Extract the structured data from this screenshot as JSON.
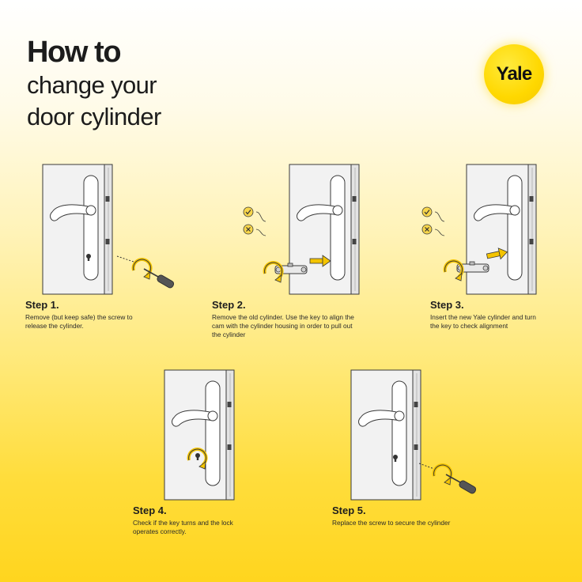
{
  "header": {
    "title_bold": "How to",
    "title_line2": "change your",
    "title_line3": "door cylinder"
  },
  "brand": {
    "logo_text": "Yale",
    "color": "#ffd800"
  },
  "steps": [
    {
      "title": "Step 1.",
      "line1": "Remove (but keep safe) the screw to",
      "line2": "release the cylinder.",
      "line3": ""
    },
    {
      "title": "Step 2.",
      "line1": "Remove the old cylinder. Use the key to align the",
      "line2": "cam with the cylinder housing in order to pull out",
      "line3": "the cylinder"
    },
    {
      "title": "Step 3.",
      "line1": "Insert the new Yale cylinder and turn",
      "line2": "the key to check alignment",
      "line3": ""
    },
    {
      "title": "Step 4.",
      "line1": "Check if the key turns and the lock",
      "line2": "operates correctly.",
      "line3": ""
    },
    {
      "title": "Step 5.",
      "line1": "Replace the screw to secure the cylinder",
      "line2": "",
      "line3": ""
    }
  ],
  "icons": {
    "check": "check-icon",
    "cross": "cross-icon",
    "arrow": "arrow-icon",
    "rotate": "rotate-icon"
  }
}
